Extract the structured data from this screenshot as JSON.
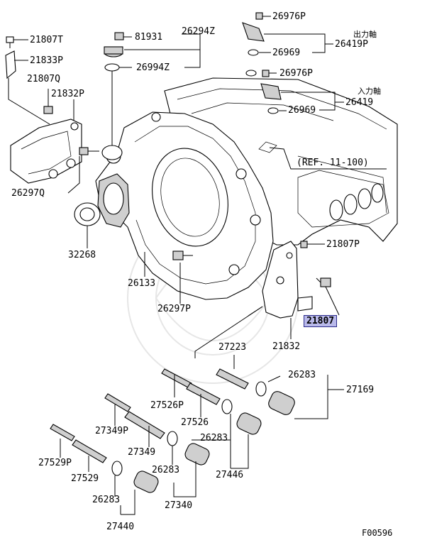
{
  "diagram": {
    "code": "F00596",
    "highlighted_part": "21807",
    "jp_labels": {
      "output_shaft": "出力軸",
      "input_shaft": "入力軸"
    },
    "labels": {
      "p21807T": "21807T",
      "p21833P": "21833P",
      "p21807Q": "21807Q",
      "p21832P": "21832P",
      "p26297Q": "26297Q",
      "p32268": "32268",
      "p26133": "26133",
      "p26297P": "26297P",
      "p81931": "81931",
      "p26294Z": "26294Z",
      "p26994Z": "26994Z",
      "p26976P_top": "26976P",
      "p26969_top": "26969",
      "p26419P": "26419P",
      "p26976P_mid": "26976P",
      "p26969_mid": "26969",
      "p26419": "26419",
      "ref": "(REF. 11-100)",
      "p21807P": "21807P",
      "p21807": "21807",
      "p21832": "21832",
      "p27223": "27223",
      "p26283_a": "26283",
      "p27169": "27169",
      "p27526P": "27526P",
      "p27526": "27526",
      "p27349P": "27349P",
      "p27349": "27349",
      "p26283_b": "26283",
      "p27446": "27446",
      "p26283_c": "26283",
      "p27529P": "27529P",
      "p27529": "27529",
      "p26283_d": "26283",
      "p27340": "27340",
      "p27440": "27440"
    }
  }
}
